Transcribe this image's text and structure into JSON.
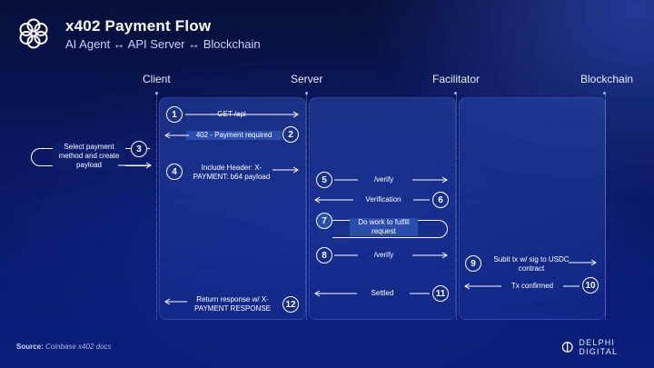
{
  "header": {
    "title": "x402 Payment Flow",
    "subtitle": "AI Agent ↔ API Server ↔ Blockchain"
  },
  "columns": [
    "Client",
    "Server",
    "Facilitator",
    "Blockchain"
  ],
  "steps": [
    {
      "num": "1",
      "label": "GET /api"
    },
    {
      "num": "2",
      "label": "402 - Payment required"
    },
    {
      "num": "3",
      "label": "Select payment method and create payload"
    },
    {
      "num": "4",
      "label": "Include Header: X-PAYMENT: b64 payload"
    },
    {
      "num": "5",
      "label": "/verify"
    },
    {
      "num": "6",
      "label": "Verification"
    },
    {
      "num": "7",
      "label": "Do work to fulfill request"
    },
    {
      "num": "8",
      "label": "/verify"
    },
    {
      "num": "9",
      "label": "Subit tx w/ sig to USDC contract"
    },
    {
      "num": "10",
      "label": "Tx confirmed"
    },
    {
      "num": "11",
      "label": "Settled"
    },
    {
      "num": "12",
      "label": "Return response w/ X-PAYMENT RESPONSE"
    }
  ],
  "footer": {
    "source_label": "Source:",
    "source_text": "Coinbase x402 docs",
    "brand": "DELPHI DIGITAL"
  },
  "icons": {
    "header_logo": "flower-ring-logo-icon",
    "brand_logo": "delphi-logo-icon"
  },
  "colors": {
    "background": "#0a1a6a",
    "panel": "#284aaa",
    "line": "#ffffff"
  }
}
